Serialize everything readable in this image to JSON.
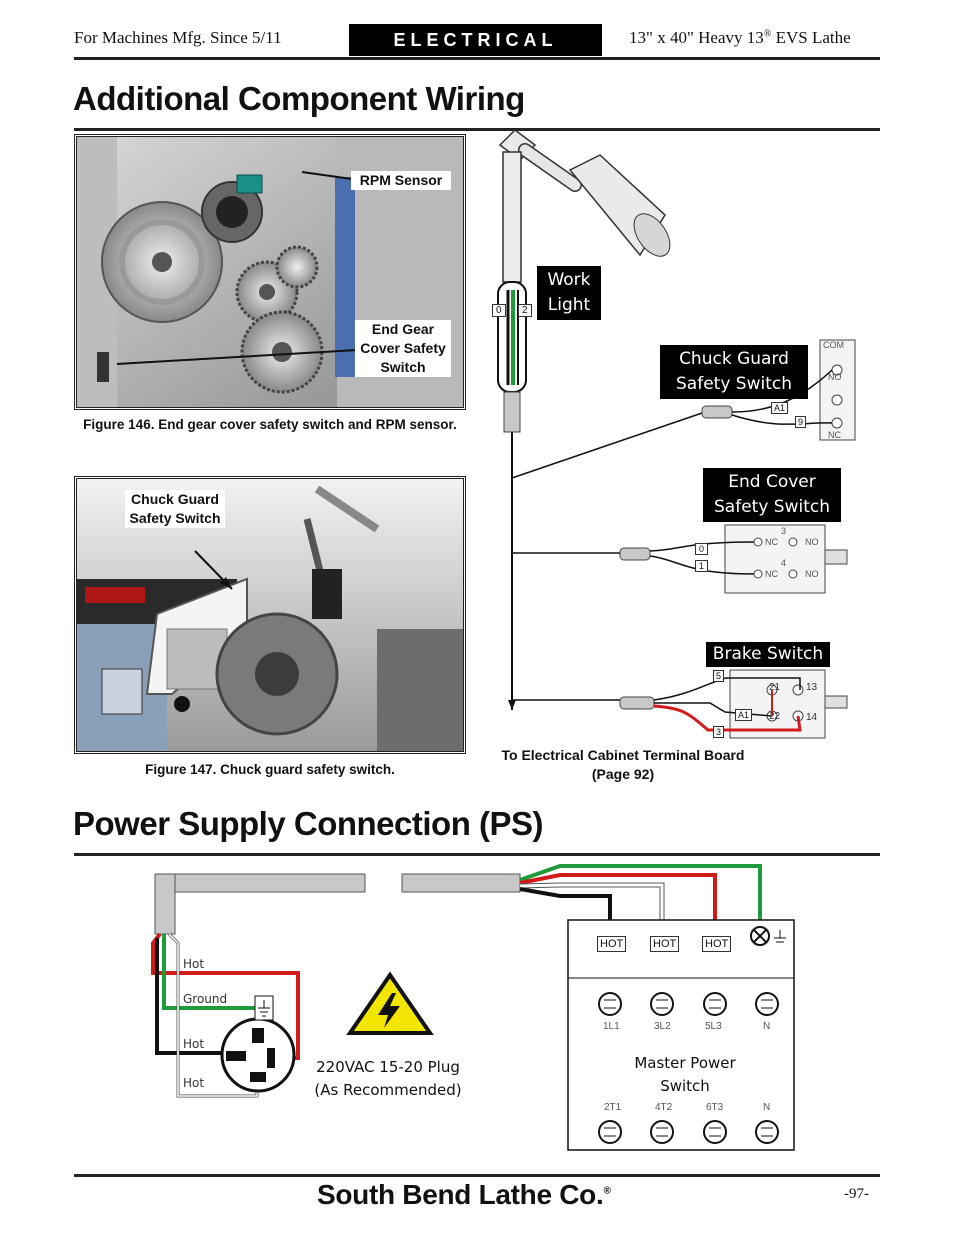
{
  "header": {
    "left": "For Machines Mfg. Since 5/11",
    "center": "ELECTRICAL",
    "right_prefix": "13\" x 40\" Heavy 13",
    "right_reg": "®",
    "right_suffix": " EVS Lathe"
  },
  "section1": {
    "title": "Additional Component Wiring",
    "figure146": {
      "callout_rpm": "RPM Sensor",
      "callout_end_gear": "End Gear Cover Safety Switch",
      "caption": "Figure 146. End gear cover safety switch and RPM sensor."
    },
    "figure147": {
      "callout": "Chuck Guard Safety Switch",
      "caption": "Figure 147. Chuck guard safety switch."
    },
    "diagram": {
      "work_light_label": "Work Light",
      "work_light_terminals": [
        "0",
        "2"
      ],
      "chuck_guard_label": "Chuck Guard Safety Switch",
      "chuck_guard_terms": [
        "COM",
        "NO",
        "NC"
      ],
      "chuck_guard_wire_tags": [
        "A1",
        "9"
      ],
      "end_cover_label": "End Cover Safety Switch",
      "end_cover_wire_tags": [
        "0",
        "1"
      ],
      "end_cover_terms": [
        "3",
        "NC",
        "NO",
        "4",
        "NC",
        "NO"
      ],
      "brake_label": "Brake Switch",
      "brake_wire_tags": [
        "5",
        "A1",
        "3"
      ],
      "brake_terms": [
        "21",
        "13",
        "22",
        "14"
      ],
      "cabinet_note_line1": "To Electrical Cabinet Terminal Board",
      "cabinet_note_line2": "(Page 92)"
    }
  },
  "section2": {
    "title": "Power Supply Connection (PS)",
    "plug_labels": [
      "Hot",
      "Ground",
      "Hot",
      "Hot"
    ],
    "plug_note_line1": "220VAC 15-20 Plug",
    "plug_note_line2": "(As Recommended)",
    "switch_hot_labels": [
      "HOT",
      "HOT",
      "HOT"
    ],
    "switch_top_terms": [
      "1L1",
      "3L2",
      "5L3",
      "N"
    ],
    "switch_title_line1": "Master Power",
    "switch_title_line2": "Switch",
    "switch_bottom_terms": [
      "2T1",
      "4T2",
      "6T3",
      "N"
    ]
  },
  "footer": {
    "brand": "South Bend Lathe Co.",
    "brand_reg": "®",
    "page": "-97-"
  },
  "colors": {
    "wire_black": "#111111",
    "wire_red": "#d21b1b",
    "wire_green": "#1f9b3a",
    "wire_white": "#ffffff",
    "warning_yellow": "#f2e600"
  }
}
